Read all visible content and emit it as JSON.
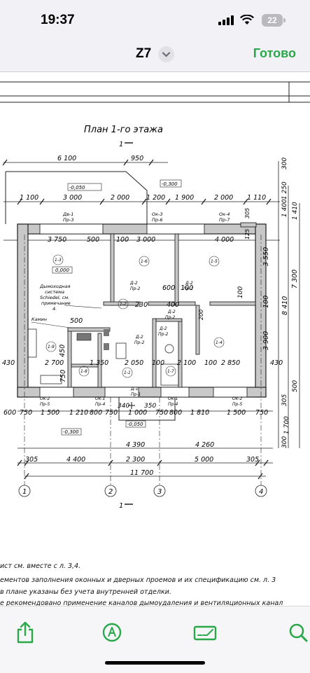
{
  "status": {
    "time": "19:37",
    "battery": "22"
  },
  "nav": {
    "title": "Z7",
    "done_label": "Готово"
  },
  "plan": {
    "title": "План 1-го этажа",
    "section_mark": "1",
    "levels": {
      "porch_top": "-0,050",
      "terrace": "-0,300",
      "floor": "0,000",
      "porch_bottom": "-0,050",
      "ground": "-0,300"
    },
    "top_dims": [
      "6 100",
      "950",
      "1 100",
      "3 000",
      "2 000",
      "1 200",
      "1 900",
      "2 000",
      "1 110"
    ],
    "room_dims": [
      "3 750",
      "500",
      "100",
      "3 000",
      "4 000"
    ],
    "mid_dims": [
      "600",
      "100",
      "230",
      "400",
      "500",
      "200"
    ],
    "row_dims": [
      "430",
      "2 700",
      "1 350",
      "2 050",
      "100",
      "2 100",
      "100",
      "2 850",
      "430"
    ],
    "bottom_dims_1": [
      "600",
      "750",
      "1 500",
      "1 210",
      "800",
      "750",
      "1 000",
      "750",
      "800",
      "1 810",
      "1 500",
      "750"
    ],
    "bottom_dims_2": [
      "4 390",
      "4 260"
    ],
    "bottom_dims_3": [
      "305",
      "4 400",
      "2 300",
      "5 000",
      "305"
    ],
    "total_width": "11 700",
    "side_dims": [
      "300",
      "1 250",
      "1 400",
      "1 410",
      "305",
      "125",
      "3 550",
      "7 300",
      "8 410",
      "100",
      "3 900",
      "500",
      "305",
      "1 700",
      "300"
    ],
    "left_dims": [
      "450",
      "750",
      "340",
      "350"
    ],
    "axes": [
      "1",
      "2",
      "3",
      "4"
    ],
    "rooms": [
      "1-3",
      "1-6",
      "1-5",
      "1-2",
      "1-4",
      "1-9",
      "1-8",
      "1-7",
      "1-1"
    ],
    "doors": [
      "Д-2 Пр-2",
      "Д-2 Пр-2",
      "Д-2 Пр-2",
      "Д-2 Пр-2",
      "Д-2 Пр-2",
      "Д-1 Пр-1"
    ],
    "windows": [
      "Дв-1 Пр-3",
      "Ок-3 Пр-6",
      "Ок-4 Пр-7",
      "Ок-2 Пр-5",
      "Ок-1 Пр-4",
      "Ок-1 Пр-4",
      "Ок-2 Пр-5"
    ],
    "chimney_note": [
      "Дымоходная",
      "система",
      "Schiedel, см.",
      "примечание",
      "4."
    ],
    "fireplace": "Камин"
  },
  "notes": [
    "ист см. вместе с л. 3,4.",
    "ементов заполнения оконных и дверных проемов и их спецификацию см. л. 3",
    "в плане указаны без учета внутренней отделки.",
    "е рекомендовано применение каналов дымоудаления и вентиляционных канал"
  ],
  "toolbar": {
    "icons": [
      "share-icon",
      "markup-icon",
      "signature-icon",
      "search-icon"
    ]
  }
}
